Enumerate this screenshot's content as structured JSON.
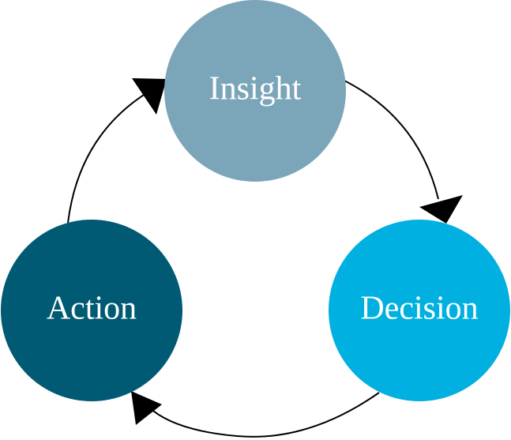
{
  "diagram": {
    "nodes": [
      {
        "id": "insight",
        "label": "Insight",
        "color": "#7BA6B9"
      },
      {
        "id": "decision",
        "label": "Decision",
        "color": "#00B0E0"
      },
      {
        "id": "action",
        "label": "Action",
        "color": "#005A73"
      }
    ],
    "edges": [
      {
        "from": "insight",
        "to": "decision"
      },
      {
        "from": "decision",
        "to": "action"
      },
      {
        "from": "action",
        "to": "insight"
      }
    ],
    "arrow_color": "#000000"
  }
}
